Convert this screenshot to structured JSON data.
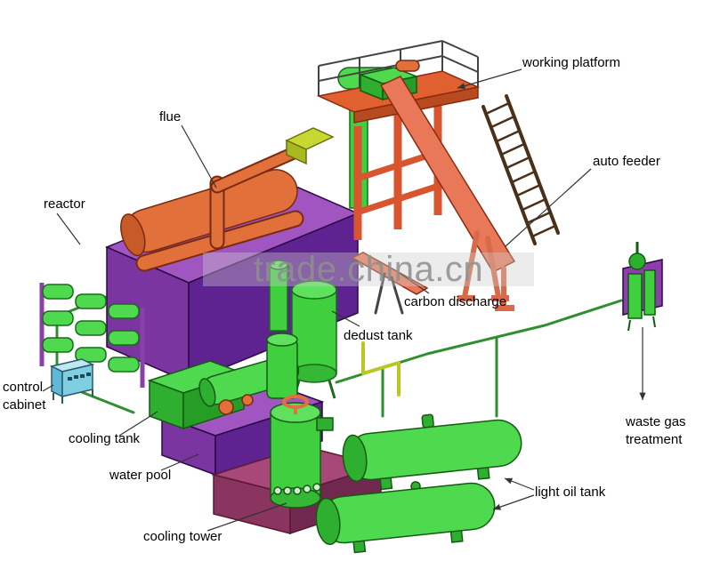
{
  "watermark": {
    "text": "trade.china.cn"
  },
  "labels": {
    "working_platform": "working platform",
    "flue": "flue",
    "auto_feeder": "auto feeder",
    "reactor": "reactor",
    "carbon_discharge": "carbon discharge",
    "dedust_tank": "dedust tank",
    "control_cabinet": "control cabinet",
    "cooling_tank": "cooling tank",
    "water_pool": "water pool",
    "cooling_tower": "cooling tower",
    "light_oil_tank": "light oil tank",
    "waste_gas_treatment": "waste gas treatment"
  },
  "colors": {
    "equipment_green": "#3fcf3f",
    "equipment_green_dark": "#2fAF2f",
    "equipment_purple": "#8b3fa8",
    "pipe_orange": "#e2703a",
    "feeder_salmon": "#e87858",
    "base_red_purple": "#a84878",
    "flue_collector_yellow": "#c8d832",
    "leader_line": "#333333",
    "watermark_gray": "#8f8f8f"
  }
}
